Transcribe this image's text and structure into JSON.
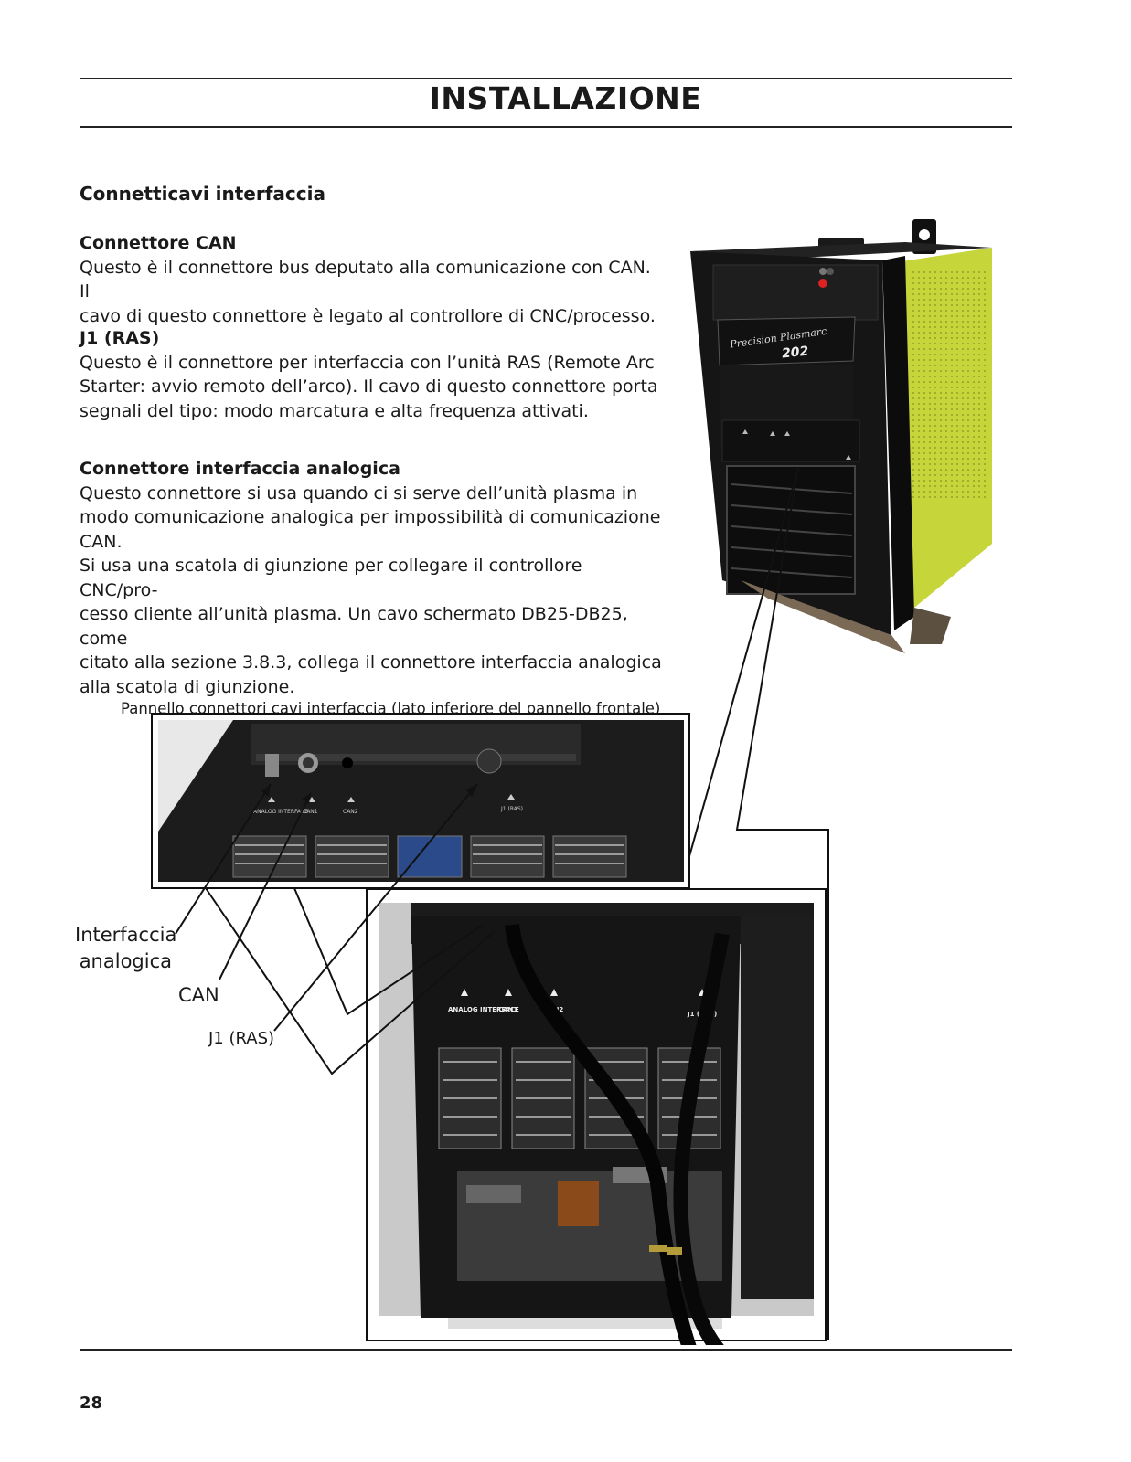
{
  "header": {
    "title": "INSTALLAZIONE"
  },
  "section": {
    "heading": "Connetticavi interfaccia"
  },
  "blocks": {
    "can": {
      "title": "Connettore CAN",
      "lines": [
        "Questo è il connettore bus deputato alla comunicazione con CAN. Il",
        "cavo di questo connettore è legato al controllore di CNC/processo."
      ]
    },
    "j1": {
      "title": "J1 (RAS)",
      "lines": [
        "Questo è il connettore per interfaccia con l’unità RAS (Remote Arc",
        "Starter: avvio remoto dell’arco). Il cavo di questo connettore porta",
        "segnali del tipo: modo marcatura e alta frequenza attivati."
      ]
    },
    "analog": {
      "title": "Connettore interfaccia analogica",
      "lines": [
        "Questo connettore si usa quando ci si serve dell’unità plasma in",
        "modo comunicazione analogica per impossibilità di comunicazione",
        "CAN.",
        "Si usa una scatola di giunzione per collegare il controllore CNC/pro-",
        "cesso cliente all’unità plasma. Un cavo schermato DB25-DB25, come",
        "citato alla sezione 3.8.3, collega il connettore interfaccia analogica",
        "alla scatola di giunzione."
      ]
    }
  },
  "figure": {
    "caption": "Pannello connettori cavi interfaccia (lato inferiore del pannello frontale)",
    "callouts": {
      "analog_line1": "Interfaccia",
      "analog_line2": "analogica",
      "can": "CAN",
      "j1": "J1 (RAS)"
    },
    "machine_brand": "Precision Plasmarc",
    "machine_model": "202",
    "panel_labels": {
      "analog": "ANALOG INTERFACE",
      "can1": "CAN1",
      "can2": "CAN2",
      "j1": "J1 (RAS)"
    },
    "colors": {
      "machine_body": "#c6d63a",
      "panel": "#141414"
    }
  },
  "footer": {
    "page_number": "28"
  }
}
